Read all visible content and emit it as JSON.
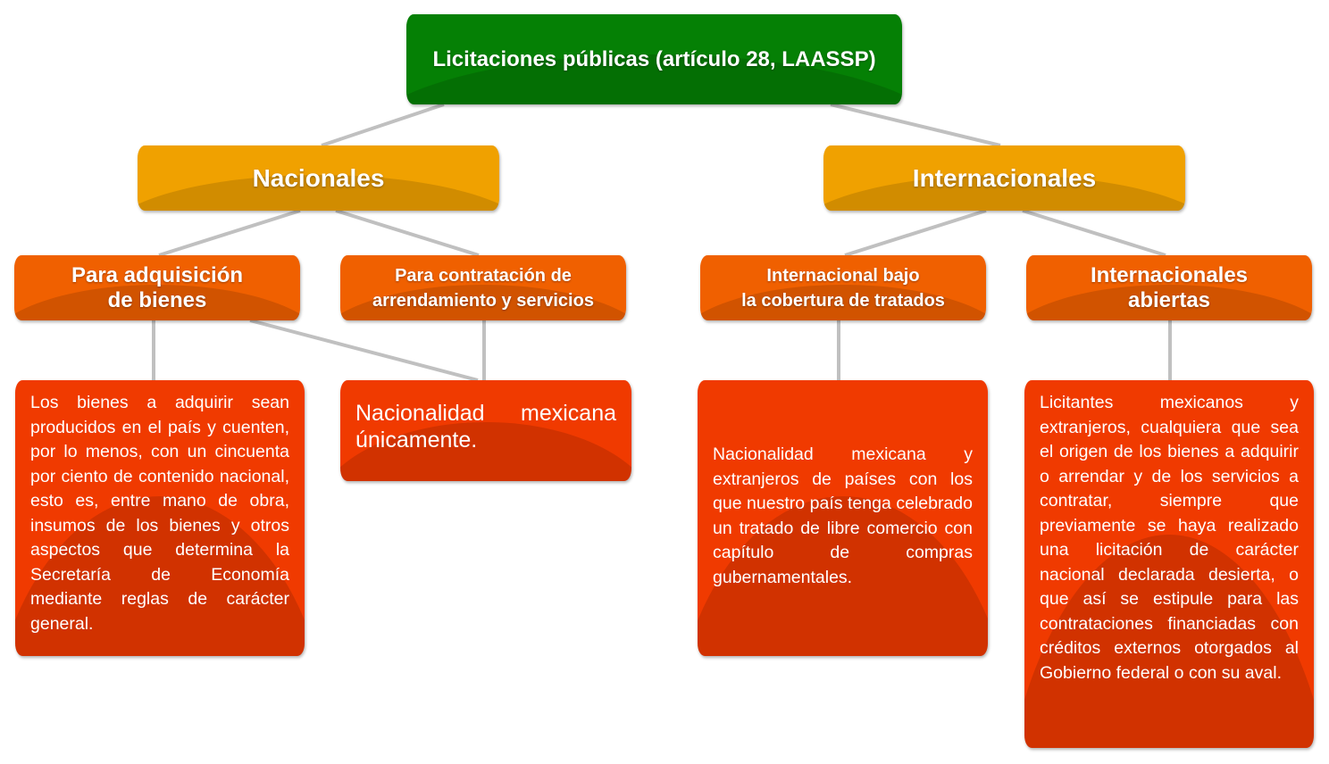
{
  "root": {
    "label": "Licitaciones públicas (artículo 28, LAASSP)"
  },
  "categories": [
    {
      "label": "Nacionales"
    },
    {
      "label": "Internacionales"
    }
  ],
  "subtypes": [
    {
      "line1": "Para adquisición",
      "line2": "de bienes"
    },
    {
      "line1": "Para contratación de",
      "line2": "arrendamiento y servicios"
    },
    {
      "line1": "Internacional bajo",
      "line2": "la cobertura de tratados"
    },
    {
      "line1": "Internacionales",
      "line2": "abiertas"
    }
  ],
  "details": [
    {
      "text": "Los bienes a adquirir sean producidos en el país y cuenten, por lo menos, con un cincuenta por ciento de contenido nacional, esto es, entre mano de obra, insumos de los bienes y otros aspectos que determina la Secretaría de Economía mediante reglas de carácter general."
    },
    {
      "text": "Nacionalidad mexicana únicamente."
    },
    {
      "text": "Nacionalidad mexicana y extranjeros de países con los que nuestro país tenga celebrado un tratado de libre comercio con capítulo de compras gubernamentales."
    },
    {
      "text": "Licitantes mexicanos y extranjeros, cualquiera que sea el origen de los bienes a adquirir o arrendar y de los servicios a contratar, siempre que previamente se haya realizado una licitación de carácter nacional declarada desierta, o que así se estipule para las contrataciones financiadas con créditos externos otorgados al Gobierno federal o con su aval."
    }
  ],
  "colors": {
    "root": "#058005",
    "category": "#f0a100",
    "subtype": "#f06000",
    "detail": "#f03a00",
    "connector": "#c0c0c0"
  }
}
